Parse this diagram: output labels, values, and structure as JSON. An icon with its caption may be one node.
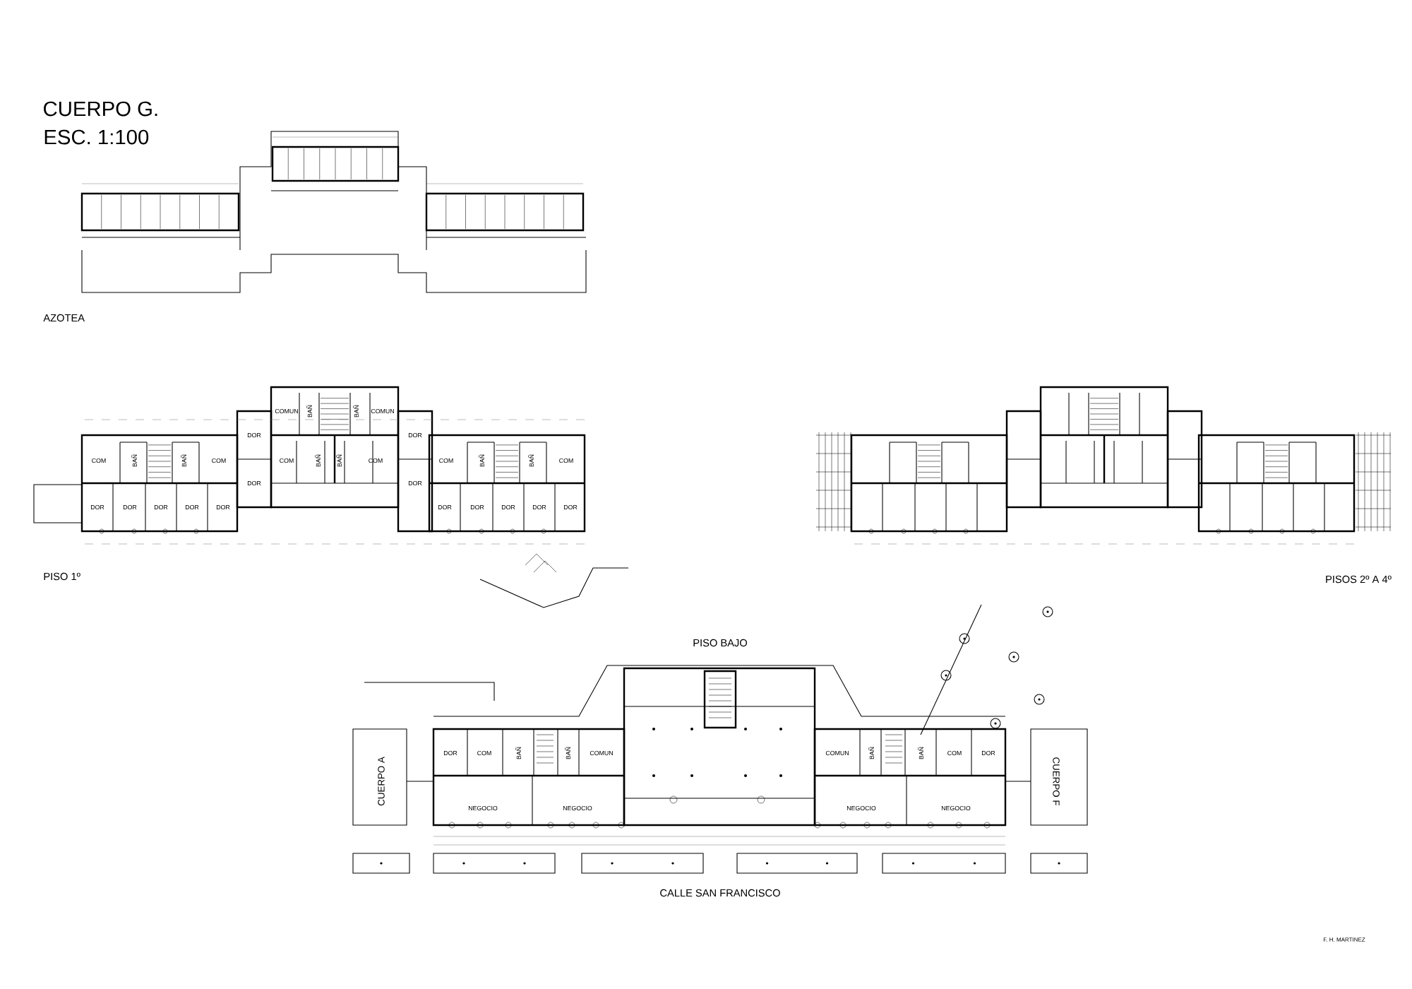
{
  "diagram": {
    "title": "CUERPO G.",
    "labels": [
      "ESC. 1:100",
      "AZOTEA",
      "COMUN",
      "BAÑ",
      "BAÑ",
      "COMUN",
      "DOR",
      "DOR",
      "COM",
      "BAÑ",
      "BAÑ",
      "COM",
      "COM",
      "BAÑ",
      "BAÑ",
      "COM",
      "COM",
      "BAÑ",
      "BAÑ",
      "COM",
      "DOR",
      "DOR",
      "DOR",
      "DOR",
      "DOR",
      "DOR",
      "DOR",
      "DOR",
      "DOR",
      "DOR",
      "DOR",
      "DOR",
      "PISO 1º",
      "PISOS 2º A 4º",
      "PISO BAJO",
      "DOR",
      "COM",
      "BAÑ",
      "BAÑ",
      "COMUN",
      "COMUN",
      "BAÑ",
      "BAÑ",
      "COM",
      "DOR",
      "CUERPO A",
      "CUERPO F",
      "NEGOCIO",
      "NEGOCIO",
      "NEGOCIO",
      "NEGOCIO",
      "CALLE SAN FRANCISCO",
      "F. H. MARTINEZ"
    ]
  }
}
